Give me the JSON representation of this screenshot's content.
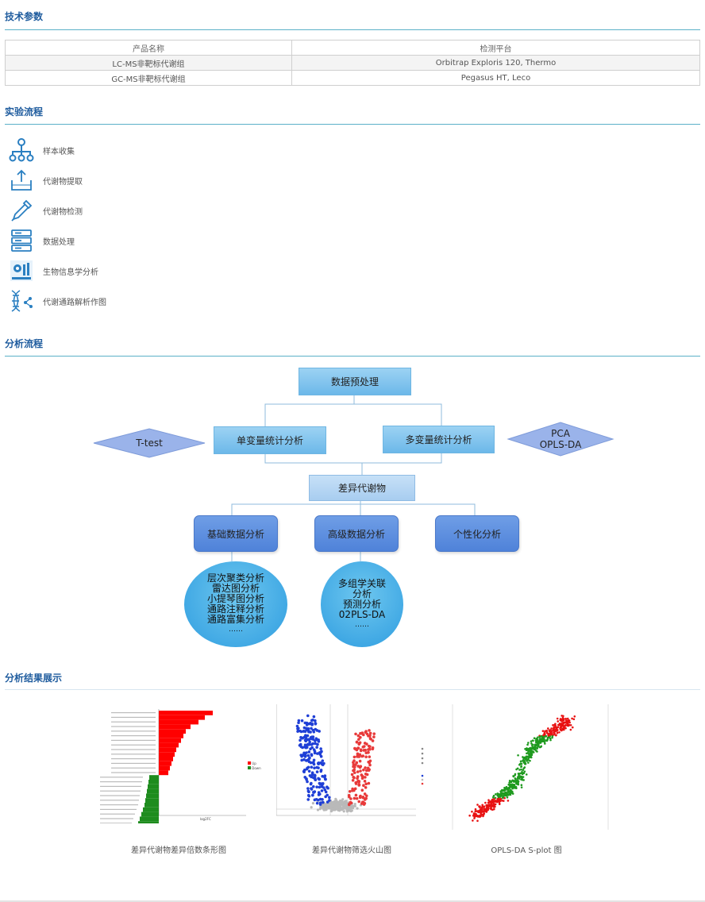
{
  "sections": {
    "tech_params": "技术参数",
    "experiment_flow": "实验流程",
    "analysis_flow": "分析流程",
    "results": "分析结果展示"
  },
  "table": {
    "headers": [
      "产品名称",
      "检测平台"
    ],
    "rows": [
      [
        "LC-MS非靶标代谢组",
        "Orbitrap Exploris 120, Thermo"
      ],
      [
        "GC-MS非靶标代谢组",
        "Pegasus HT, Leco"
      ]
    ]
  },
  "steps": [
    {
      "label": "样本收集",
      "icon": "hierarchy-icon"
    },
    {
      "label": "代谢物提取",
      "icon": "tray-upload-icon"
    },
    {
      "label": "代谢物检测",
      "icon": "pipette-icon"
    },
    {
      "label": "数据处理",
      "icon": "server-icon"
    },
    {
      "label": "生物信息学分析",
      "icon": "lab-gear-icon"
    },
    {
      "label": "代谢通路解析作图",
      "icon": "dna-network-icon"
    }
  ],
  "flow": {
    "preprocess": "数据预处理",
    "univariate": "单变量统计分析",
    "multivariate": "多变量统计分析",
    "ttest": "T-test",
    "pca_lines": [
      "PCA",
      "OPLS-DA"
    ],
    "diff_metabolites": "差异代谢物",
    "basic": "基础数据分析",
    "advanced": "高级数据分析",
    "personal": "个性化分析",
    "basic_items": [
      "层次聚类分析",
      "雷达图分析",
      "小提琴图分析",
      "通路注释分析",
      "通路富集分析",
      "……"
    ],
    "advanced_items": [
      "多组学关联",
      "分析",
      "预测分析",
      "02PLS-DA",
      "……"
    ]
  },
  "figures": {
    "captions": [
      "差异代谢物差异倍数条形图",
      "差异代谢物筛选火山图",
      "OPLS-DA S-plot 图"
    ],
    "bar_axis_label": "log2FC",
    "bar_legend": [
      "Up",
      "Down"
    ],
    "colors": {
      "up": "#ff0000",
      "down": "#1e8c1e",
      "volcano_up": "#e83a3a",
      "volcano_down": "#1f3fd6",
      "neutral": "#b9b9b9"
    }
  }
}
